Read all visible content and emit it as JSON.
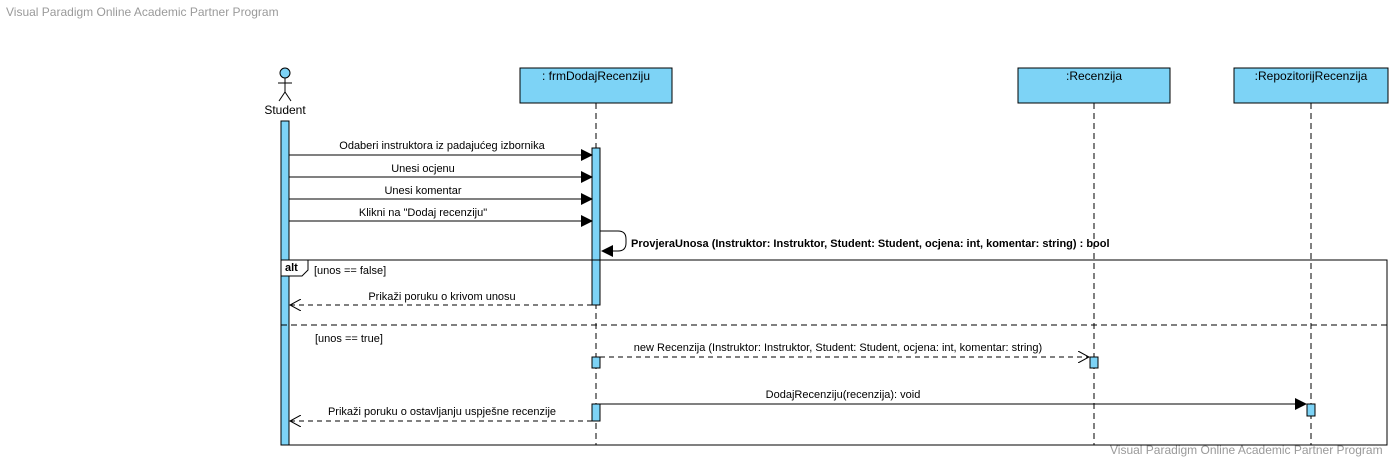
{
  "watermark": {
    "top": "Visual Paradigm Online Academic Partner Program",
    "bottom": "Visual Paradigm Online Academic Partner Program"
  },
  "colors": {
    "lifeline_fill": "#7dd3f6",
    "stroke": "#000000",
    "watermark": "#9a9a9a",
    "actor_fill": "#7dd3f6"
  },
  "actor": {
    "label": "Student",
    "icon": "stick-figure-icon"
  },
  "lifelines": [
    {
      "label": ": frmDodajRecenziju"
    },
    {
      "label": ":Recenzija"
    },
    {
      "label": ":RepozitorijRecenzija"
    }
  ],
  "messages": [
    {
      "label": "Odaberi instruktora iz padajućeg izbornika",
      "kind": "sync"
    },
    {
      "label": "Unesi ocjenu",
      "kind": "sync"
    },
    {
      "label": "Unesi komentar",
      "kind": "sync"
    },
    {
      "label": "Klikni na \"Dodaj recenziju\"",
      "kind": "sync"
    },
    {
      "label": "ProvjeraUnosa (Instruktor: Instruktor, Student: Student, ocjena: int, komentar: string) : bool",
      "kind": "self"
    },
    {
      "label": "Prikaži poruku o krivom unosu",
      "kind": "return"
    },
    {
      "label": "new Recenzija (Instruktor: Instruktor, Student: Student, ocjena: int, komentar: string)",
      "kind": "create"
    },
    {
      "label": "DodajRecenziju(recenzija): void",
      "kind": "sync"
    },
    {
      "label": "Prikaži poruku o ostavljanju uspješne recenzije",
      "kind": "return"
    }
  ],
  "fragment": {
    "operator": "alt",
    "guards": [
      "[unos == false]",
      "[unos == true]"
    ]
  }
}
